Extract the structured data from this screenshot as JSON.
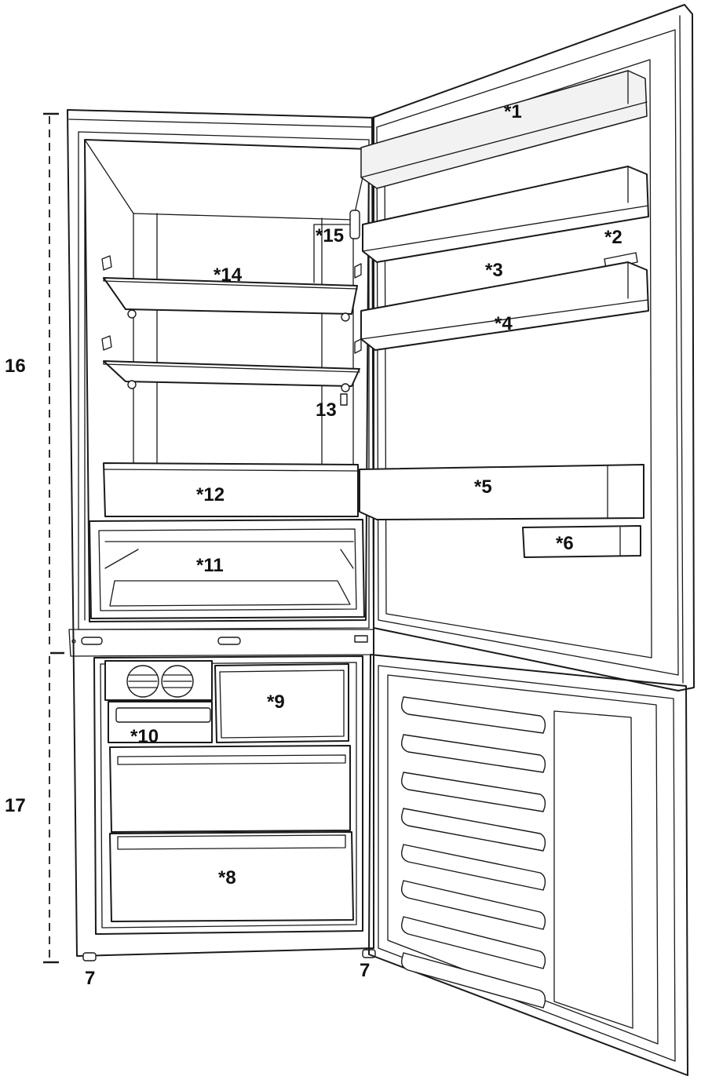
{
  "labels": {
    "l1": "*1",
    "l2": "*2",
    "l3": "*3",
    "l4": "*4",
    "l5": "*5",
    "l6": "*6",
    "l7a": "7",
    "l7b": "7",
    "l8": "*8",
    "l9": "*9",
    "l10": "*10",
    "l11": "*11",
    "l12": "*12",
    "l13": "13",
    "l14": "*14",
    "l15": "*15",
    "l16": "16",
    "l17": "17"
  }
}
